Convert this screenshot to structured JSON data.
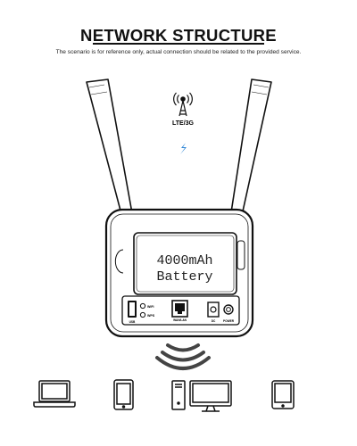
{
  "header": {
    "title": "NETWORK STRUCTURE",
    "subtitle": "The scenario is for reference only, actual connection should be related to the provided service."
  },
  "network": {
    "signal_label": "LTE/3G"
  },
  "router": {
    "battery_line1": "4000mAh",
    "battery_line2": "Battery",
    "port_labels": {
      "usb": "USB",
      "wifi": "WiFi",
      "wps": "WPS",
      "lan": "WAN/LAN",
      "dc": "DC",
      "power": "POWER"
    }
  },
  "devices": [
    "laptop-icon",
    "tablet-icon",
    "desktop-computer-icon",
    "tablet-icon"
  ],
  "colors": {
    "line": "#111111",
    "lightning": "#2f86d6",
    "body_fill": "#ffffff"
  }
}
